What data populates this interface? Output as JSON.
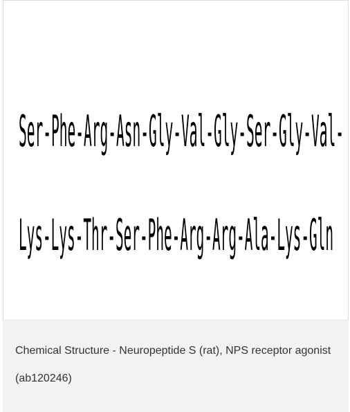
{
  "structure": {
    "line1": "Ser-Phe-Arg-Asn-Gly-Val-Gly-Ser-Gly-Val-",
    "line2": "Lys-Lys-Thr-Ser-Phe-Arg-Arg-Ala-Lys-Gln"
  },
  "caption": {
    "text": "Chemical Structure - Neuropeptide S (rat), NPS receptor agonist (ab120246)"
  }
}
